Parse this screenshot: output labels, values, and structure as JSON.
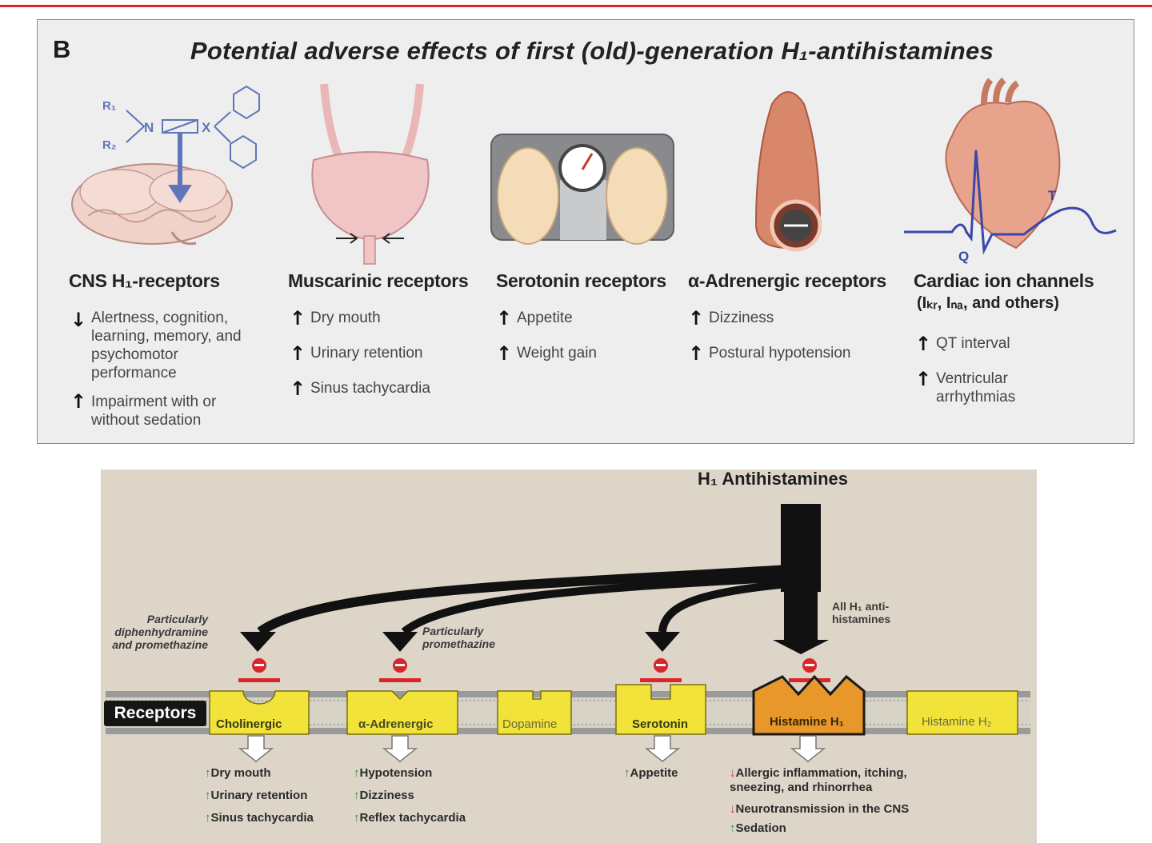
{
  "panel": {
    "letter": "B",
    "title": "Potential adverse effects of first (old)-generation H₁-antihistamines"
  },
  "columns": [
    {
      "title": "CNS H₁-receptors",
      "effects": [
        {
          "dir": "down",
          "text": "Alertness, cognition, learning, memory, and psychomotor performance"
        },
        {
          "dir": "up",
          "text": "Impairment with or without sedation"
        }
      ]
    },
    {
      "title": "Muscarinic receptors",
      "effects": [
        {
          "dir": "up",
          "text": "Dry mouth"
        },
        {
          "dir": "up",
          "text": "Urinary retention"
        },
        {
          "dir": "up",
          "text": "Sinus tachycardia"
        }
      ]
    },
    {
      "title": "Serotonin receptors",
      "effects": [
        {
          "dir": "up",
          "text": "Appetite"
        },
        {
          "dir": "up",
          "text": "Weight gain"
        }
      ]
    },
    {
      "title": "α-Adrenergic receptors",
      "effects": [
        {
          "dir": "up",
          "text": "Dizziness"
        },
        {
          "dir": "up",
          "text": "Postural hypotension"
        }
      ]
    },
    {
      "title": "Cardiac ion channels",
      "subtitle": "(Iₖᵣ, Iₙₐ, and others)",
      "effects": [
        {
          "dir": "up",
          "text": "QT interval"
        },
        {
          "dir": "up",
          "text": "Ventricular arrhythmias"
        }
      ]
    }
  ],
  "molecule_labels": {
    "r1": "R₁",
    "r2": "R₂",
    "n": "N",
    "x": "X"
  },
  "ecg_labels": {
    "q": "Q",
    "t": "T"
  },
  "lower": {
    "title": "H₁ Antihistamines",
    "notes": {
      "diphenhydramine": "Particularly diphenhydramine and promethazine",
      "promethazine": "Particularly promethazine",
      "all": "All H₁ anti-histamines"
    },
    "receptors_tag": "Receptors",
    "receptors": [
      "Cholinergic",
      "α-Adrenergic",
      "Dopamine",
      "Serotonin",
      "Histamine H₁",
      "Histamine H₂"
    ],
    "effects": {
      "cholinergic": [
        "Dry mouth",
        "Urinary retention",
        "Sinus tachycardia"
      ],
      "adrenergic": [
        "Hypotension",
        "Dizziness",
        "Reflex tachycardia"
      ],
      "serotonin": [
        "Appetite"
      ],
      "histamine": [
        "Allergic inflammation, itching, sneezing, and rhinorrhea",
        "Neurotransmission in the CNS",
        "Sedation"
      ]
    },
    "colors": {
      "receptor": "#f2e33a",
      "histamine_h1": "#e8982b",
      "inhibit": "#d9262b",
      "up": "#2e8b45",
      "down": "#c0392b"
    }
  },
  "icons": [
    "brain-icon",
    "bladder-icon",
    "scale-feet-icon",
    "blood-vessel-icon",
    "heart-ecg-icon"
  ]
}
